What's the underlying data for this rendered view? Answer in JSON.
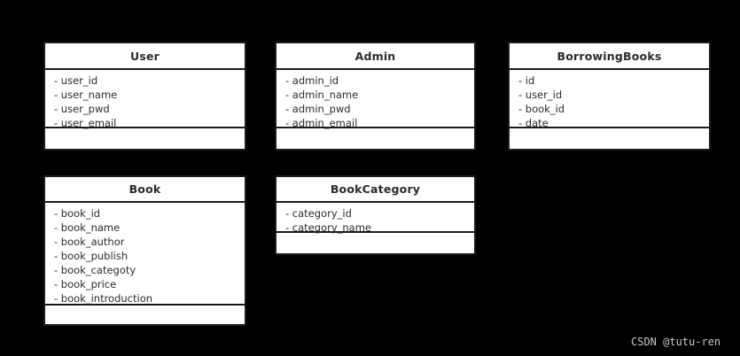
{
  "diagram": {
    "type": "uml-class-diagram",
    "background_color": "#000000",
    "box_fill_color": "#ffffff",
    "box_border_color": "#1c1c1c",
    "text_color": "#2b2b2b",
    "classes": [
      {
        "name": "User",
        "attributes": [
          "- user_id",
          "- user_name",
          "- user_pwd",
          "- user_email"
        ],
        "methods": []
      },
      {
        "name": "Admin",
        "attributes": [
          "- admin_id",
          "- admin_name",
          "- admin_pwd",
          "- admin_email"
        ],
        "methods": []
      },
      {
        "name": "BorrowingBooks",
        "attributes": [
          "- id",
          "- user_id",
          "- book_id",
          "- date"
        ],
        "methods": []
      },
      {
        "name": "Book",
        "attributes": [
          "- book_id",
          "- book_name",
          "- book_author",
          "- book_publish",
          "- book_categoty",
          "- book_price",
          "- book_introduction"
        ],
        "methods": []
      },
      {
        "name": "BookCategory",
        "attributes": [
          "- category_id",
          "- category_name"
        ],
        "methods": []
      }
    ]
  },
  "watermark": {
    "text": "CSDN @tutu-ren",
    "color": "#c8c8c8"
  }
}
